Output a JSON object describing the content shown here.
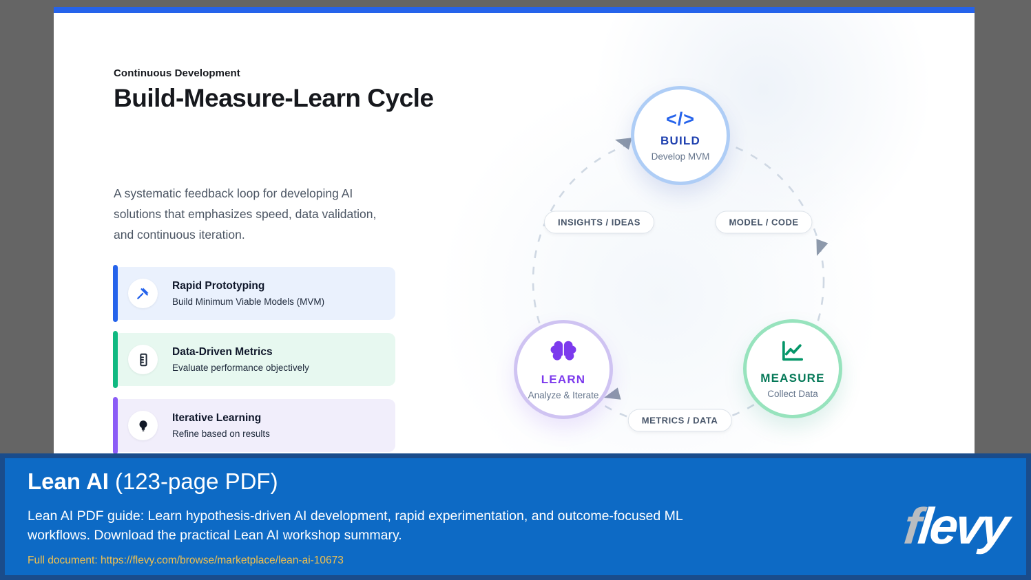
{
  "colors": {
    "frame": "#656565",
    "top_bar": "#2563eb"
  },
  "slide": {
    "eyebrow": "Continuous Development",
    "title": "Build-Measure-Learn Cycle",
    "description": "A systematic feedback loop for developing AI solutions that emphasizes speed, data validation, and continuous iteration.",
    "cards": [
      {
        "title": "Rapid Prototyping",
        "subtitle": "Build Minimum Viable Models (MVM)",
        "icon": "hammer-icon",
        "accent": "#2563eb",
        "background": "#eaf1fd"
      },
      {
        "title": "Data-Driven Metrics",
        "subtitle": "Evaluate performance objectively",
        "icon": "ruler-icon",
        "accent": "#10b981",
        "background": "#e7f8f0"
      },
      {
        "title": "Iterative Learning",
        "subtitle": "Refine based on results",
        "icon": "lightbulb-icon",
        "accent": "#8b5cf6",
        "background": "#f1eefb"
      }
    ],
    "diagram": {
      "nodes": {
        "build": {
          "label": "BUILD",
          "sublabel": "Develop MVM",
          "icon": "code-icon",
          "icon_glyph": "</>",
          "label_color": "#1e40af",
          "border_color": "#aecdf6"
        },
        "measure": {
          "label": "MEASURE",
          "sublabel": "Collect Data",
          "icon": "line-chart-icon",
          "label_color": "#047857",
          "border_color": "#97e3bd"
        },
        "learn": {
          "label": "LEARN",
          "sublabel": "Analyze & Iterate",
          "icon": "brain-icon",
          "label_color": "#7c3aed",
          "border_color": "#cfc3f2"
        }
      },
      "edge_labels": {
        "left": "INSIGHTS / IDEAS",
        "right": "MODEL / CODE",
        "bottom": "METRICS / DATA"
      },
      "dashed_circle_color": "#cfd8e3",
      "arrow_color": "#8d99ab"
    }
  },
  "banner": {
    "title": "Lean AI",
    "title_suffix": "(123-page PDF)",
    "description": "Lean AI PDF guide: Learn hypothesis-driven AI development, rapid experimentation, and outcome-focused ML workflows. Download the practical Lean AI workshop summary.",
    "link": "Full document: https://flevy.com/browse/marketplace/lean-ai-10673",
    "logo": {
      "first_letter": "f",
      "rest": "levy"
    },
    "colors": {
      "background": "#0d6ac5",
      "border": "#1a4c8b",
      "link": "#f2c14e"
    }
  }
}
